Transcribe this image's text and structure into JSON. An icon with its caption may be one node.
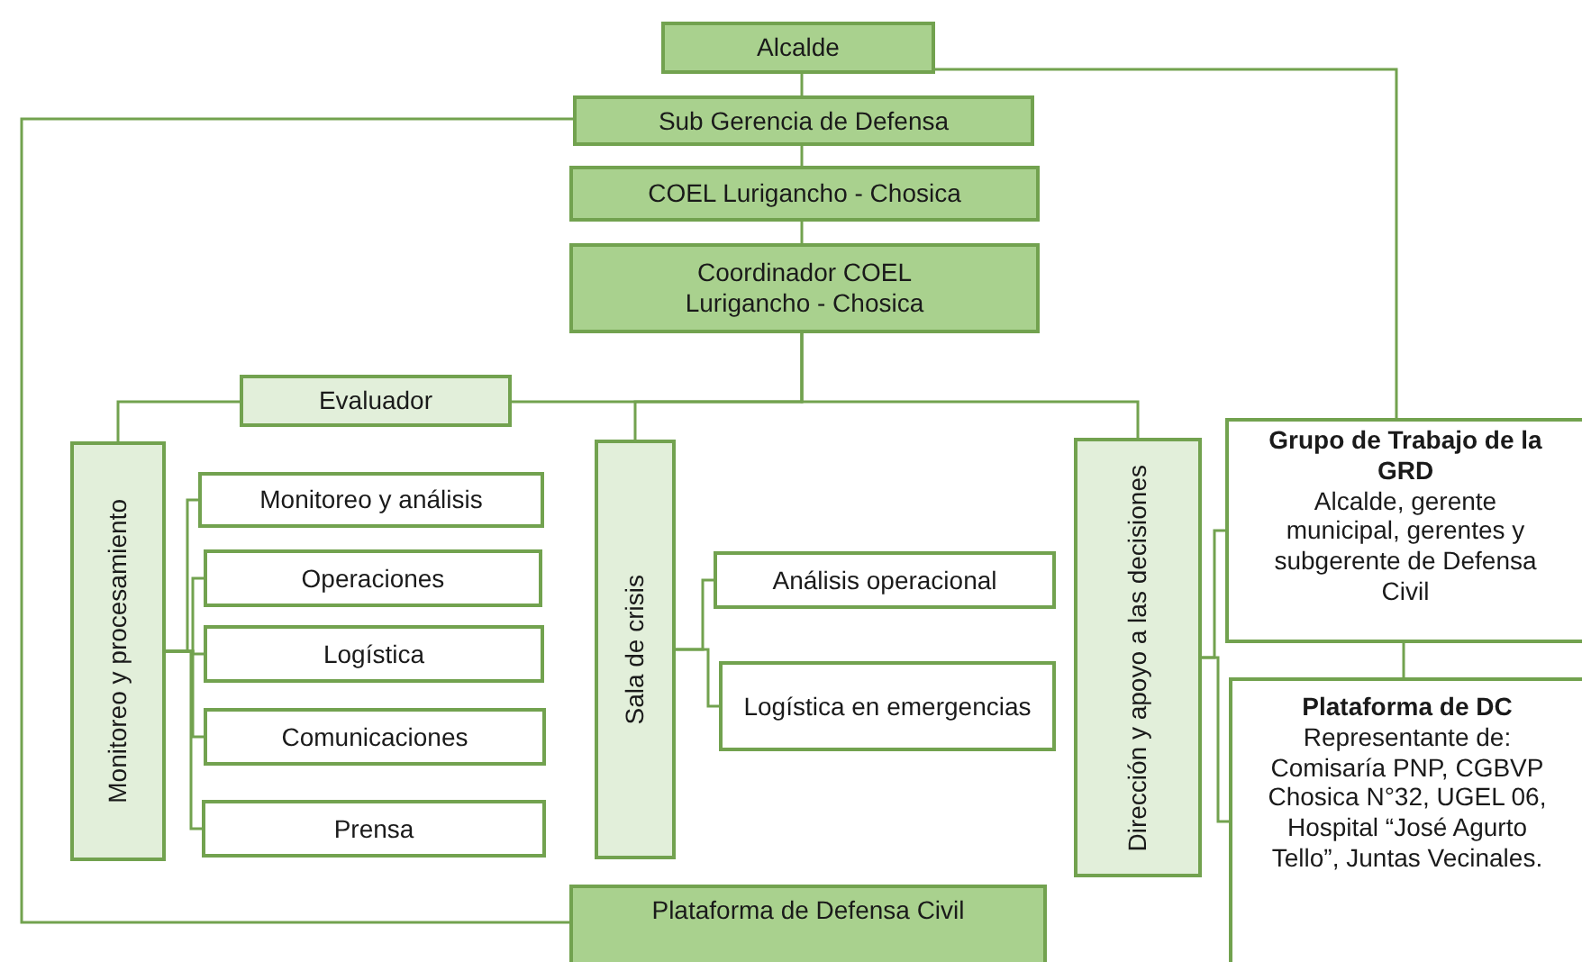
{
  "diagram": {
    "nodes": [
      {
        "text": [
          "Alcalde"
        ]
      },
      {
        "text": [
          "Sub Gerencia de Defensa"
        ]
      },
      {
        "text": [
          "COEL Lurigancho - Chosica"
        ]
      },
      {
        "text": [
          "Coordinador COEL Lurigancho - Chosica"
        ]
      },
      {
        "text": [
          "Evaluador"
        ]
      },
      {
        "text": [
          "Monitoreo y procesamiento"
        ]
      },
      {
        "text": [
          "Monitoreo y análisis"
        ]
      },
      {
        "text": [
          "Operaciones"
        ]
      },
      {
        "text": [
          "Logística"
        ]
      },
      {
        "text": [
          "Comunicaciones"
        ]
      },
      {
        "text": [
          "Prensa"
        ]
      },
      {
        "text": [
          "Sala de crisis"
        ]
      },
      {
        "text": [
          "Análisis operacional"
        ]
      },
      {
        "text": [
          "Logística en emergencias"
        ]
      },
      {
        "text": [
          "Dirección y apoyo a las decisiones"
        ]
      },
      {
        "text": [
          "Grupo de Trabajo de la GRD",
          "Alcalde, gerente municipal, gerentes y subgerente de Defensa Civil"
        ]
      },
      {
        "text": [
          "Plataforma de DC",
          "Representante de: Comisaría PNP, CGBVP Chosica N°32, UGEL 06, Hospital “José Agurto Tello”, Juntas Vecinales."
        ]
      },
      {
        "text": [
          "Plataforma de Defensa Civil"
        ]
      }
    ],
    "edges": [
      {
        "from": 0,
        "to": 1,
        "arrow": "none"
      },
      {
        "from": 1,
        "to": 2,
        "arrow": "none"
      },
      {
        "from": 2,
        "to": 3,
        "arrow": "none"
      },
      {
        "from": 0,
        "to": 15,
        "arrow": "none"
      },
      {
        "from": 1,
        "to": 17,
        "arrow": "none"
      },
      {
        "from": 3,
        "to": 4,
        "arrow": "none"
      },
      {
        "from": 4,
        "to": 5,
        "arrow": "none"
      },
      {
        "from": 3,
        "to": 11,
        "arrow": "none"
      },
      {
        "from": 3,
        "to": 14,
        "arrow": "none"
      },
      {
        "from": 5,
        "to": 6,
        "arrow": "none"
      },
      {
        "from": 5,
        "to": 7,
        "arrow": "none"
      },
      {
        "from": 5,
        "to": 8,
        "arrow": "none"
      },
      {
        "from": 5,
        "to": 9,
        "arrow": "none"
      },
      {
        "from": 5,
        "to": 10,
        "arrow": "none"
      },
      {
        "from": 11,
        "to": 12,
        "arrow": "none"
      },
      {
        "from": 11,
        "to": 13,
        "arrow": "none"
      },
      {
        "from": 14,
        "to": 15,
        "arrow": "none"
      },
      {
        "from": 14,
        "to": 16,
        "arrow": "none"
      },
      {
        "from": 15,
        "to": 16,
        "arrow": "none"
      }
    ]
  }
}
